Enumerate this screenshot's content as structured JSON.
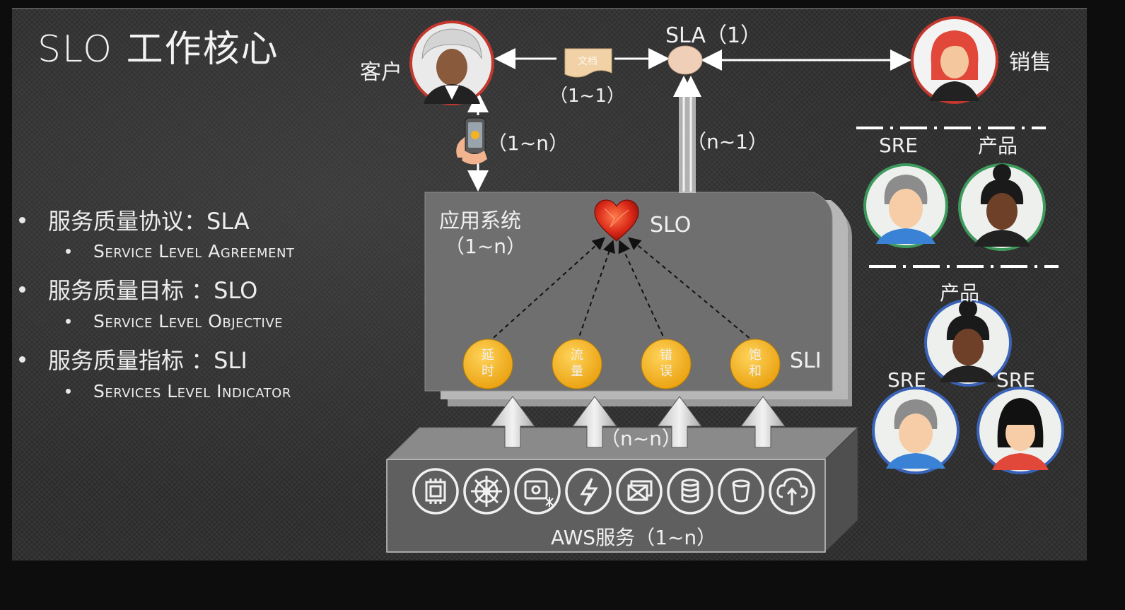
{
  "slide": {
    "title": "SLO 工作核心",
    "bullets": [
      {
        "text": "服务质量协议：SLA",
        "sub": "Service Level Agreement"
      },
      {
        "text": "服务质量目标 ：SLO",
        "sub": "Service Level Objective"
      },
      {
        "text": "服务质量指标 ：SLI",
        "sub": "Services Level Indicator"
      }
    ]
  },
  "diagram": {
    "customer_label": "客户",
    "doc_label": "文档",
    "doc_ratio": "（1~1）",
    "sla_label": "SLA（1）",
    "sales_label": "销售",
    "phone_ratio": "（1~n）",
    "sla_up_ratio": "（n~1）",
    "app_system_label": "应用系统",
    "app_system_ratio": "（1~n）",
    "slo_label": "SLO",
    "sli_label": "SLI",
    "sli_items": [
      {
        "line1": "延",
        "line2": "时"
      },
      {
        "line1": "流",
        "line2": "量"
      },
      {
        "line1": "错",
        "line2": "误"
      },
      {
        "line1": "饱",
        "line2": "和"
      }
    ],
    "service_ratio": "（n~n）",
    "aws_label": "AWS服务（1~n）",
    "aws_icons": [
      "chip-icon",
      "helm-wheel-icon",
      "snow-device-icon",
      "lambda-bolt-icon",
      "image-stack-icon",
      "database-icon",
      "bucket-icon",
      "cloud-upload-icon"
    ]
  },
  "team": {
    "top_left_role": "SRE",
    "top_right_role": "产品",
    "middle_role": "产品",
    "bottom_left_role": "SRE",
    "bottom_right_role": "SRE"
  },
  "colors": {
    "accent_orange": "#f4b31f",
    "heart_red": "#d92818",
    "avatar_ring_red": "#c2372e",
    "avatar_ring_blue": "#3a63b8",
    "avatar_ring_green": "#3e9a5c"
  }
}
